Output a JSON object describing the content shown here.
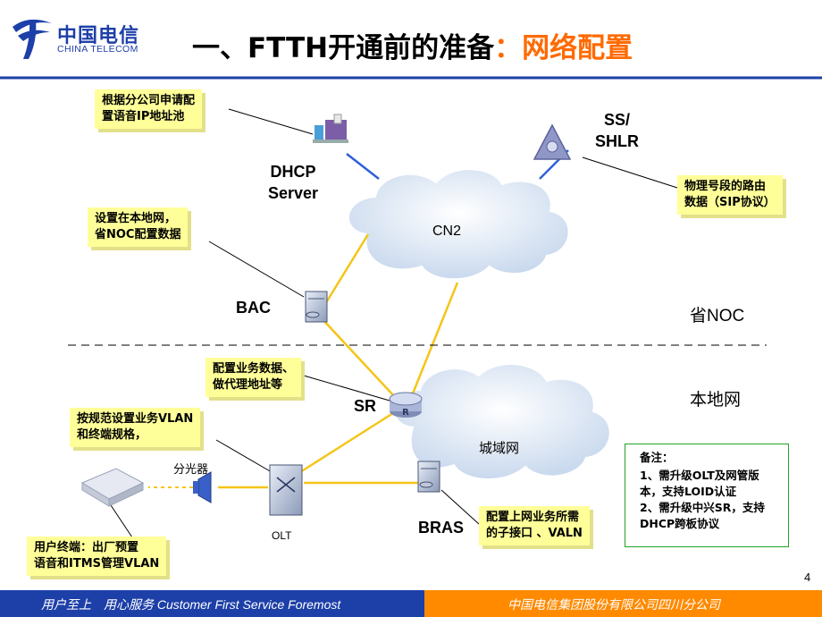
{
  "header": {
    "logo_cn": "中国电信",
    "logo_en": "CHINA TELECOM",
    "title_main": "一、FTTH开通前的准备",
    "title_sep": "：",
    "title_accent": "网络配置"
  },
  "notes": {
    "dhcp_note": "根据分公司申请配\n置语音IP地址池",
    "noc_note": "设置在本地网，\n省NOC配置数据",
    "sip_note": "物理号段的路由\n数据（SIP协议）",
    "proxy_note": "配置业务数据、\n做代理地址等",
    "vlan_note": "按规范设置业务VLAN\n和终端规格，",
    "terminal_note": "用户终端：出厂预置\n语音和ITMS管理VLAN",
    "bras_note": "配置上网业务所需\n的子接口 、VALN"
  },
  "devices": {
    "dhcp": "DHCP\nServer",
    "ss": "SS/\nSHLR",
    "bac": "BAC",
    "sr": "SR",
    "bras": "BRAS",
    "olt": "OLT",
    "splitter": "分光器"
  },
  "networks": {
    "cn2": "CN2",
    "metro": "城域网"
  },
  "zones": {
    "province": "省NOC",
    "local": "本地网"
  },
  "remark": {
    "title": "备注：",
    "line1": "1、需升级OLT及网管版",
    "line2": "本，支持LOID认证",
    "line3": "2、需升级中兴SR，支持",
    "line4": "DHCP跨板协议"
  },
  "footer": {
    "left_text": "用户至上　用心服务 Customer First Service Foremost",
    "right_text": "中国电信集团股份有限公司四川分公司"
  },
  "page_number": "4",
  "colors": {
    "brand_blue": "#1d3fa8",
    "accent_orange": "#ff6a00",
    "note_yellow": "#ffff99",
    "link_yellow": "#f5c518",
    "link_blue": "#2f5fd8",
    "remark_border": "#22a322"
  }
}
